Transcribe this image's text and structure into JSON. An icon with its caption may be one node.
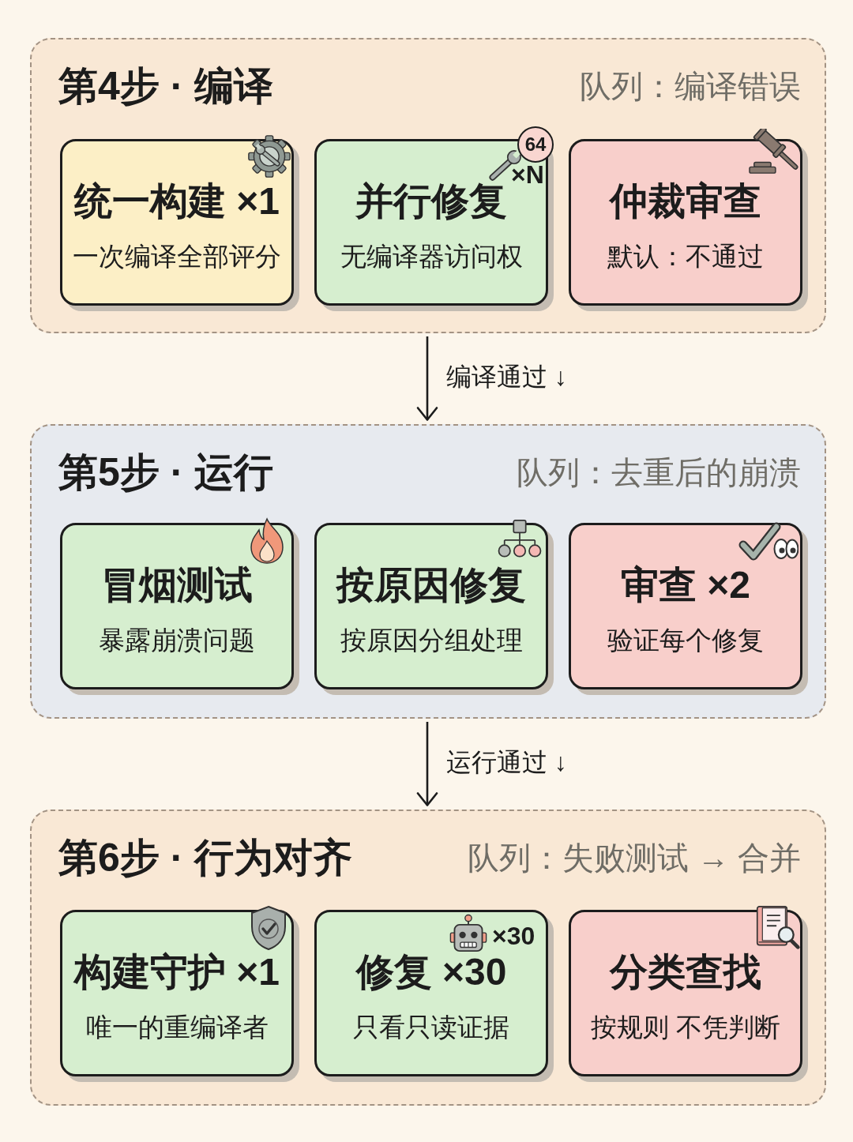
{
  "diagram": {
    "nodes": [
      {
        "text": [
          "第4步 · 编译",
          "队列：编译错误"
        ]
      },
      {
        "text": [
          "统一构建 ×1",
          "一次编译全部评分"
        ],
        "in": 0
      },
      {
        "text": [
          "64",
          "×N",
          "并行修复",
          "无编译器访问权"
        ],
        "in": 0
      },
      {
        "text": [
          "仲裁审查",
          "默认：不通过"
        ],
        "in": 0
      },
      {
        "text": [
          "第5步 · 运行",
          "队列：去重后的崩溃"
        ]
      },
      {
        "text": [
          "冒烟测试",
          "暴露崩溃问题"
        ],
        "in": 4
      },
      {
        "text": [
          "按原因修复",
          "按原因分组处理"
        ],
        "in": 4
      },
      {
        "text": [
          "审查 ×2",
          "验证每个修复"
        ],
        "in": 4
      },
      {
        "text": [
          "第6步 · 行为对齐",
          "队列：失败测试 → 合并"
        ]
      },
      {
        "text": [
          "构建守护 ×1",
          "唯一的重编译者"
        ],
        "in": 8
      },
      {
        "text": [
          "×30",
          "修复 ×30",
          "只看只读证据"
        ],
        "in": 8
      },
      {
        "text": [
          "分类查找",
          "按规则 不凭判断"
        ],
        "in": 8
      }
    ],
    "edges": [
      {
        "from": 0,
        "to": 4,
        "arrow": "to",
        "label": "编译通过 ↓"
      },
      {
        "from": 4,
        "to": 8,
        "arrow": "to",
        "label": "运行通过 ↓"
      }
    ]
  }
}
